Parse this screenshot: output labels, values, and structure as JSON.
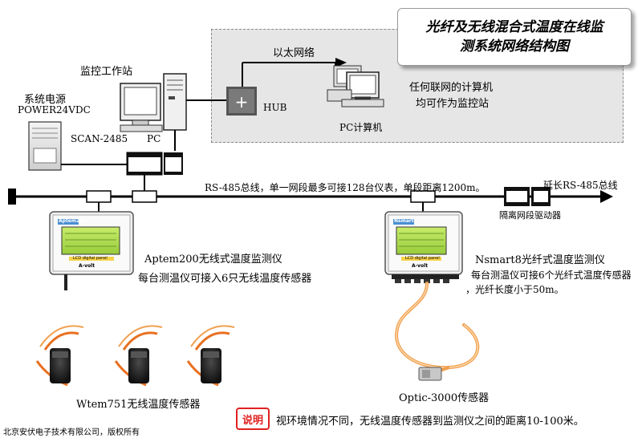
{
  "title": {
    "line1": "光纤及无线混合式温度在线监",
    "line2": "测系统网络结构图"
  },
  "ethernet": {
    "label": "以太网络",
    "hub_label": "HUB",
    "pc_label": "PC计算机",
    "note_line1": "任何联网的计算机",
    "note_line2": "均可作为监控站"
  },
  "station": {
    "label": "监控工作站",
    "pc_label": "PC"
  },
  "power": {
    "label_line1": "系统电源",
    "label_line2": "POWER24VDC"
  },
  "converter": {
    "label": "SCAN-2485"
  },
  "bus": {
    "label": "RS-485总线，单一网段最多可接128台仪表，单段距离1200m。",
    "extend_label": "延长RS-485总线",
    "repeater_label": "隔离网段驱动器"
  },
  "aptem": {
    "brand": "Aptem200",
    "footer": "LCD digital panel",
    "maker": "A-volt",
    "label_line1": "Aptem200无线式温度监测仪",
    "label_line2": "每台测温仪可接入6只无线温度传感器"
  },
  "nsmart": {
    "brand": "Nsmart",
    "footer": "LCD digital panel",
    "maker": "A-volt",
    "label_line1": "Nsmart8光纤式温度监测仪",
    "label_line2": "每台测温仪可接6个光纤式温度传感器",
    "label_line3": "，光纤长度小于50m。"
  },
  "wireless_sensor": {
    "label": "Wtem751无线温度传感器"
  },
  "optic_sensor": {
    "label": "Optic-3000传感器"
  },
  "note": {
    "badge": "说明",
    "text": "视环境情况不同，无线温度传感器到监测仪之间的距离10-100米。"
  },
  "copyright": "北京安伏电子技术有限公司，版权所有",
  "colors": {
    "zone_bg": "#e6e6e6",
    "lcd_green": "#a8d84a",
    "panel_blue": "#4a8fd0",
    "fiber_orange": "#f0a050",
    "signal_orange": "#e87020",
    "badge_red": "#e02020"
  }
}
